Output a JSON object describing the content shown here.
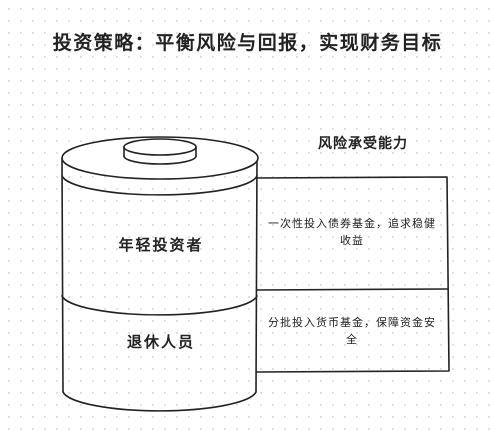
{
  "title": "投资策略：平衡风险与回报，实现财务目标",
  "risk_header": "风险承受能力",
  "segments": [
    {
      "investor": "年轻投资者",
      "strategy": "一次性投入债券基金，追求稳健收益"
    },
    {
      "investor": "退休人员",
      "strategy": "分批投入货币基金，保障资金安全"
    }
  ]
}
